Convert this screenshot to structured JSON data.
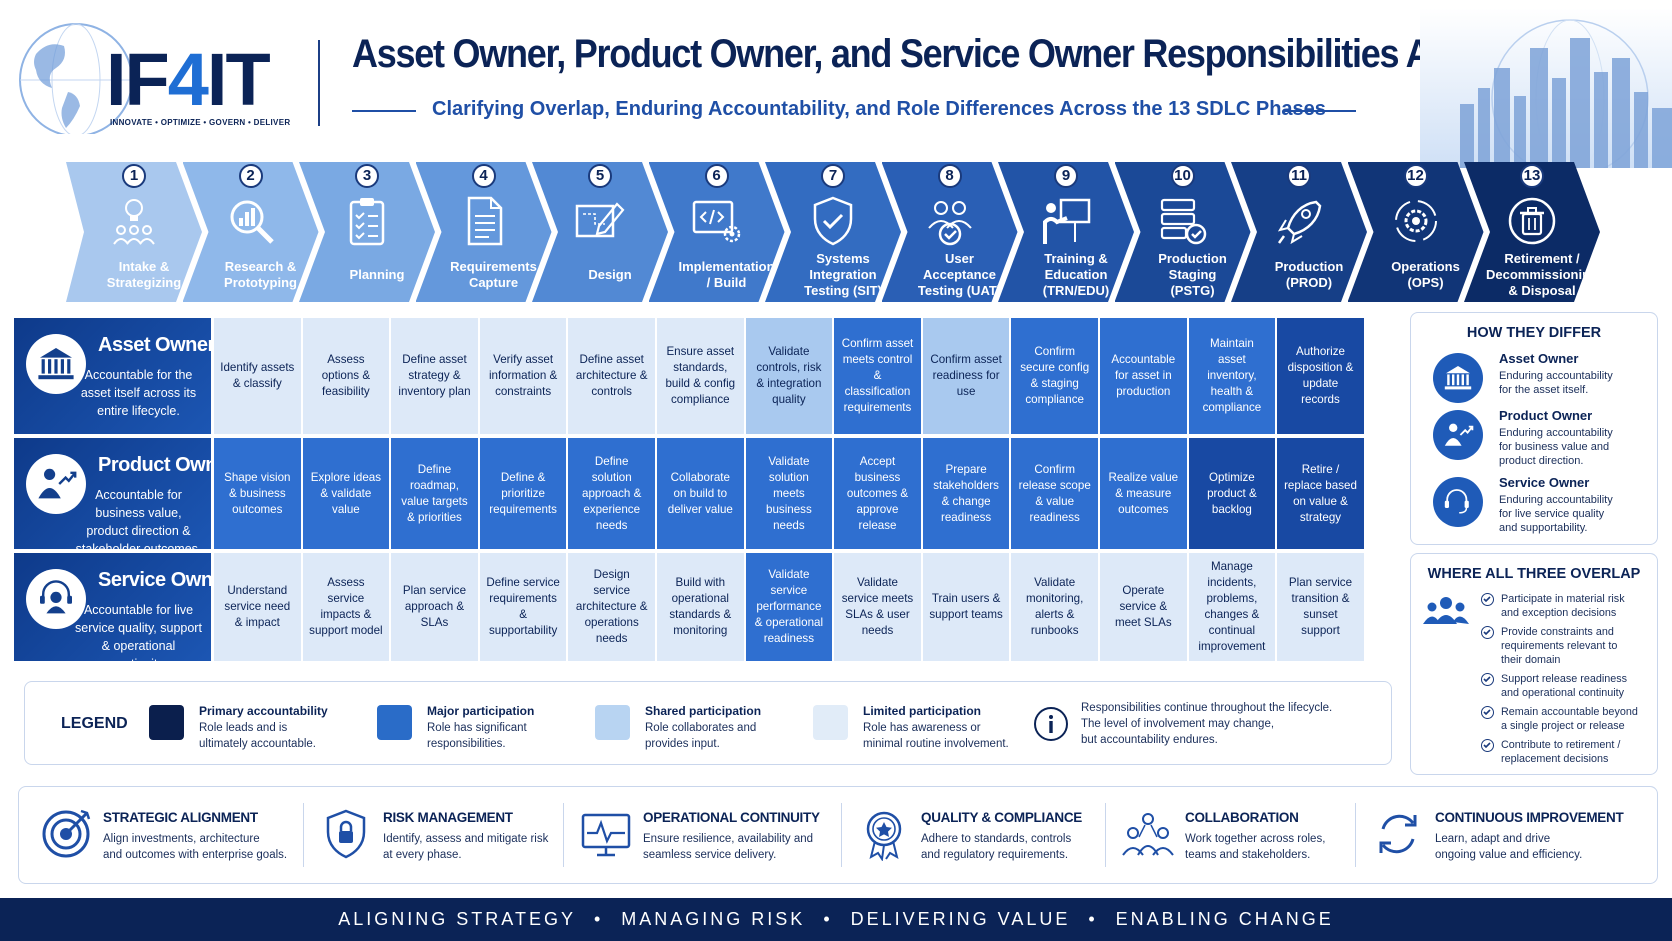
{
  "header": {
    "logo_prefix": "IF",
    "logo_four": "4",
    "logo_suffix": "IT",
    "tagline": "INNOVATE • OPTIMIZE • GOVERN • DELIVER",
    "title": "Asset Owner, Product Owner, and Service Owner Responsibilities Across the SDLC",
    "subtitle": "Clarifying Overlap, Enduring Accountability, and Role Differences Across the 13 SDLC Phases"
  },
  "phases": [
    {
      "num": "1",
      "label": "Intake & Strategizing",
      "icon": "lightbulb-team-icon",
      "color": "#a9c8ee"
    },
    {
      "num": "2",
      "label": "Research & Prototyping",
      "icon": "magnifier-chart-icon",
      "color": "#8fb8ea"
    },
    {
      "num": "3",
      "label": "Planning",
      "icon": "clipboard-checklist-icon",
      "color": "#7aa9e3"
    },
    {
      "num": "4",
      "label": "Requirements Capture",
      "icon": "document-icon",
      "color": "#6498dc"
    },
    {
      "num": "5",
      "label": "Design",
      "icon": "blueprint-pencil-icon",
      "color": "#5289d4"
    },
    {
      "num": "6",
      "label": "Implementation / Build",
      "icon": "code-gear-icon",
      "color": "#4079cb"
    },
    {
      "num": "7",
      "label": "Systems Integration Testing (SIT)",
      "icon": "shield-check-icon",
      "color": "#336cc1"
    },
    {
      "num": "8",
      "label": "User Acceptance Testing (UAT)",
      "icon": "users-check-icon",
      "color": "#2a5fb5"
    },
    {
      "num": "9",
      "label": "Training & Education (TRN/EDU)",
      "icon": "presenter-board-icon",
      "color": "#2254a7"
    },
    {
      "num": "10",
      "label": "Production Staging (PSTG)",
      "icon": "server-check-icon",
      "color": "#1b4997"
    },
    {
      "num": "11",
      "label": "Production (PROD)",
      "icon": "rocket-icon",
      "color": "#163f87"
    },
    {
      "num": "12",
      "label": "Operations (OPS)",
      "icon": "gear-cycle-icon",
      "color": "#113577"
    },
    {
      "num": "13",
      "label": "Retirement / Decommissioning & Disposal",
      "icon": "trash-icon",
      "color": "#0c2b66"
    }
  ],
  "roles": [
    {
      "title": "Asset Owner",
      "description": "Accountable for the asset itself across its entire lifecycle.",
      "icon": "building-columns-icon",
      "cells": [
        {
          "text": "Identify assets & classify",
          "level": "limited"
        },
        {
          "text": "Assess options & feasibility",
          "level": "limited"
        },
        {
          "text": "Define asset strategy & inventory plan",
          "level": "limited"
        },
        {
          "text": "Verify asset information & constraints",
          "level": "limited"
        },
        {
          "text": "Define asset architecture & controls",
          "level": "limited"
        },
        {
          "text": "Ensure asset standards, build & config compliance",
          "level": "limited"
        },
        {
          "text": "Validate controls, risk & integration quality",
          "level": "shared"
        },
        {
          "text": "Confirm asset meets control & classification requirements",
          "level": "major"
        },
        {
          "text": "Confirm asset readiness for use",
          "level": "shared"
        },
        {
          "text": "Confirm secure config & staging compliance",
          "level": "major"
        },
        {
          "text": "Accountable for asset in production",
          "level": "major"
        },
        {
          "text": "Maintain asset inventory, health & compliance",
          "level": "major"
        },
        {
          "text": "Authorize disposition & update records",
          "level": "primary"
        }
      ]
    },
    {
      "title": "Product Owner",
      "description": "Accountable for business value, product direction & stakeholder outcomes.",
      "icon": "person-growth-icon",
      "cells": [
        {
          "text": "Shape vision & business outcomes",
          "level": "major"
        },
        {
          "text": "Explore ideas & validate value",
          "level": "major"
        },
        {
          "text": "Define roadmap, value targets & priorities",
          "level": "major"
        },
        {
          "text": "Define & prioritize requirements",
          "level": "major"
        },
        {
          "text": "Define solution approach & experience needs",
          "level": "major"
        },
        {
          "text": "Collaborate on build to deliver value",
          "level": "major"
        },
        {
          "text": "Validate solution meets business needs",
          "level": "major"
        },
        {
          "text": "Accept business outcomes & approve release",
          "level": "major"
        },
        {
          "text": "Prepare stakeholders & change readiness",
          "level": "major"
        },
        {
          "text": "Confirm release scope & value readiness",
          "level": "major"
        },
        {
          "text": "Realize value & measure outcomes",
          "level": "major"
        },
        {
          "text": "Optimize product & backlog",
          "level": "primary"
        },
        {
          "text": "Retire / replace based on value & strategy",
          "level": "primary"
        }
      ]
    },
    {
      "title": "Service Owner",
      "description": "Accountable for live service quality, support & operational continuity.",
      "icon": "headset-users-icon",
      "cells": [
        {
          "text": "Understand service need & impact",
          "level": "limited"
        },
        {
          "text": "Assess service impacts & support model",
          "level": "limited"
        },
        {
          "text": "Plan service approach & SLAs",
          "level": "limited"
        },
        {
          "text": "Define service requirements & supportability",
          "level": "limited"
        },
        {
          "text": "Design service architecture & operations needs",
          "level": "limited"
        },
        {
          "text": "Build with operational standards & monitoring",
          "level": "limited"
        },
        {
          "text": "Validate service performance & operational readiness",
          "level": "major"
        },
        {
          "text": "Validate service meets SLAs & user needs",
          "level": "limited"
        },
        {
          "text": "Train users & support teams",
          "level": "limited"
        },
        {
          "text": "Validate monitoring, alerts & runbooks",
          "level": "limited"
        },
        {
          "text": "Operate service & meet SLAs",
          "level": "limited"
        },
        {
          "text": "Manage incidents, problems, changes & continual improvement",
          "level": "limited"
        },
        {
          "text": "Plan service transition & sunset support",
          "level": "limited"
        }
      ]
    }
  ],
  "level_colors": {
    "primary": {
      "bg": "#1849a3",
      "fg": "#ffffff"
    },
    "major": {
      "bg": "#2f6fd0",
      "fg": "#ffffff"
    },
    "shared": {
      "bg": "#a9c9ef",
      "fg": "#0b2356"
    },
    "limited": {
      "bg": "#dde9f8",
      "fg": "#0b2356"
    }
  },
  "how_they_differ": {
    "title": "HOW THEY DIFFER",
    "items": [
      {
        "title": "Asset Owner",
        "desc": [
          "Enduring accountability",
          "for the asset itself."
        ],
        "icon": "building-columns-icon"
      },
      {
        "title": "Product Owner",
        "desc": [
          "Enduring accountability",
          "for business value and",
          "product direction."
        ],
        "icon": "person-growth-icon"
      },
      {
        "title": "Service Owner",
        "desc": [
          "Enduring accountability",
          "for live service quality",
          "and supportability."
        ],
        "icon": "headset-icon"
      }
    ]
  },
  "overlap": {
    "title": "WHERE ALL THREE OVERLAP",
    "icon": "team-icon",
    "items": [
      [
        "Participate in material risk",
        "and exception decisions"
      ],
      [
        "Provide constraints and",
        "requirements relevant to",
        "their domain"
      ],
      [
        "Support release readiness",
        "and operational continuity"
      ],
      [
        "Remain accountable beyond",
        "a single project or release"
      ],
      [
        "Contribute to retirement /",
        "replacement decisions"
      ]
    ]
  },
  "legend": {
    "title": "LEGEND",
    "items": [
      {
        "title": "Primary accountability",
        "desc": [
          "Role leads and is",
          "ultimately accountable."
        ],
        "color": "#0b1f4d"
      },
      {
        "title": "Major participation",
        "desc": [
          "Role has significant",
          "responsibilities."
        ],
        "color": "#2a6cc8"
      },
      {
        "title": "Shared participation",
        "desc": [
          "Role collaborates and",
          "provides input."
        ],
        "color": "#b8d4f2"
      },
      {
        "title": "Limited participation",
        "desc": [
          "Role has awareness or",
          "minimal routine involvement."
        ],
        "color": "#e1ecf8"
      }
    ],
    "note": [
      "Responsibilities continue throughout the lifecycle.",
      "The level of involvement may change,",
      "but accountability endures."
    ]
  },
  "themes": [
    {
      "title": "STRATEGIC ALIGNMENT",
      "desc": [
        "Align investments, architecture",
        "and outcomes with enterprise goals."
      ],
      "icon": "target-icon"
    },
    {
      "title": "RISK MANAGEMENT",
      "desc": [
        "Identify, assess and mitigate risk",
        "at every phase."
      ],
      "icon": "shield-lock-icon"
    },
    {
      "title": "OPERATIONAL CONTINUITY",
      "desc": [
        "Ensure resilience, availability and",
        "seamless service delivery."
      ],
      "icon": "monitor-pulse-icon"
    },
    {
      "title": "QUALITY & COMPLIANCE",
      "desc": [
        "Adhere to standards, controls",
        "and regulatory requirements."
      ],
      "icon": "award-badge-icon"
    },
    {
      "title": "COLLABORATION",
      "desc": [
        "Work together across roles,",
        "teams and stakeholders."
      ],
      "icon": "people-network-icon"
    },
    {
      "title": "CONTINUOUS IMPROVEMENT",
      "desc": [
        "Learn, adapt and drive",
        "ongoing value and efficiency."
      ],
      "icon": "cycle-arrows-icon"
    }
  ],
  "footer": {
    "items": [
      "ALIGNING STRATEGY",
      "MANAGING RISK",
      "DELIVERING VALUE",
      "ENABLING CHANGE"
    ],
    "separator": "•"
  }
}
